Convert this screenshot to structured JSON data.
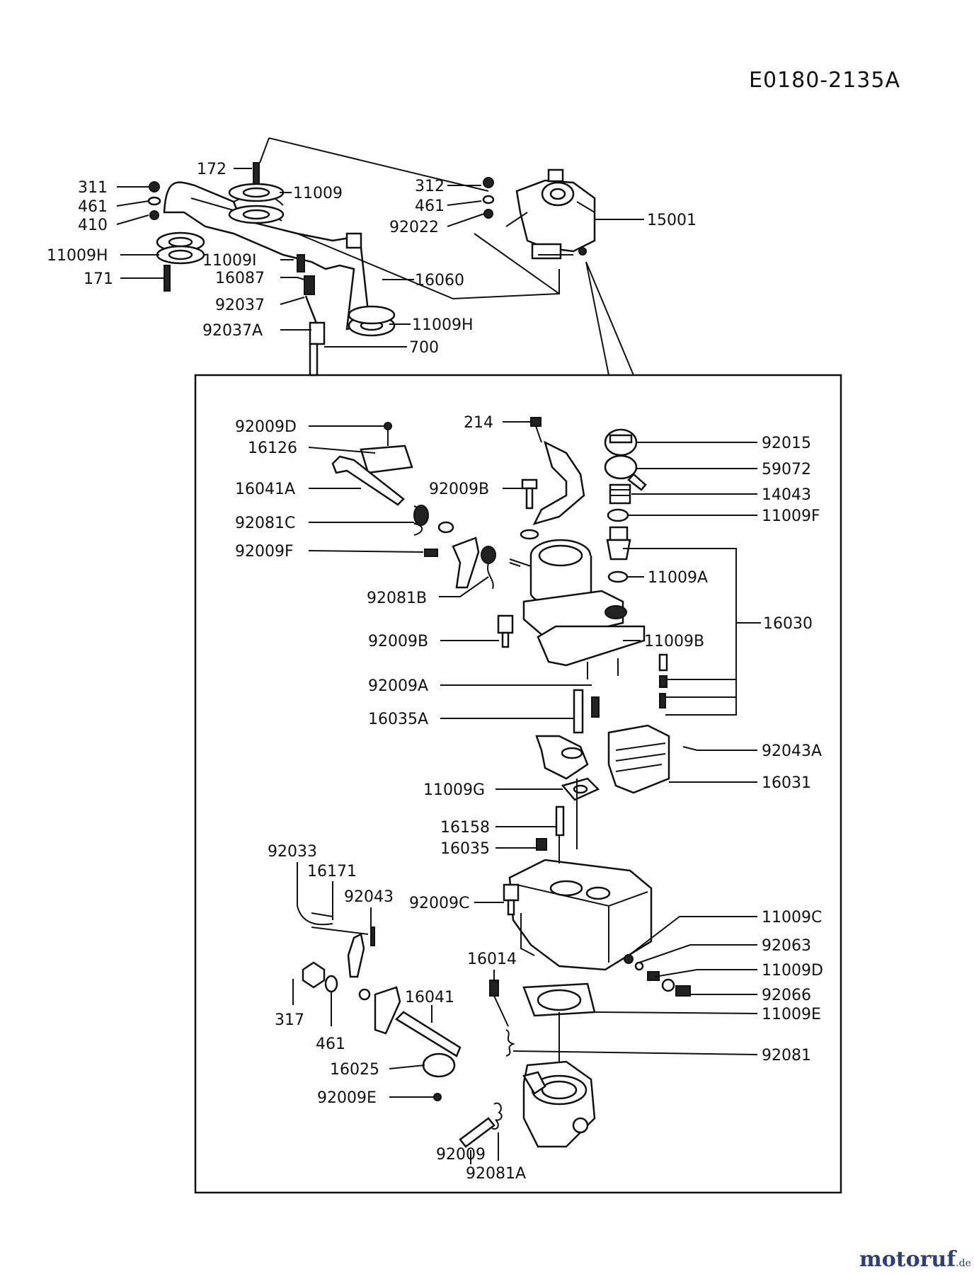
{
  "document_code": "E0180-2135A",
  "watermark": {
    "brand": "motoruf",
    "suffix": ".de"
  },
  "labels": [
    {
      "id": "311",
      "text": "311"
    },
    {
      "id": "461a",
      "text": "461"
    },
    {
      "id": "410",
      "text": "410"
    },
    {
      "id": "11009Ha",
      "text": "11009H"
    },
    {
      "id": "171",
      "text": "171"
    },
    {
      "id": "172",
      "text": "172"
    },
    {
      "id": "11009",
      "text": "11009"
    },
    {
      "id": "11009I",
      "text": "11009I"
    },
    {
      "id": "16087",
      "text": "16087"
    },
    {
      "id": "92037",
      "text": "92037"
    },
    {
      "id": "92037A",
      "text": "92037A"
    },
    {
      "id": "16060",
      "text": "16060"
    },
    {
      "id": "11009Hb",
      "text": "11009H"
    },
    {
      "id": "700",
      "text": "700"
    },
    {
      "id": "312",
      "text": "312"
    },
    {
      "id": "461b",
      "text": "461"
    },
    {
      "id": "92022",
      "text": "92022"
    },
    {
      "id": "15001",
      "text": "15001"
    },
    {
      "id": "92009D",
      "text": "92009D"
    },
    {
      "id": "16126",
      "text": "16126"
    },
    {
      "id": "16041A",
      "text": "16041A"
    },
    {
      "id": "92081C",
      "text": "92081C"
    },
    {
      "id": "92009F",
      "text": "92009F"
    },
    {
      "id": "92081B",
      "text": "92081B"
    },
    {
      "id": "214",
      "text": "214"
    },
    {
      "id": "92009Ba",
      "text": "92009B"
    },
    {
      "id": "92015",
      "text": "92015"
    },
    {
      "id": "59072",
      "text": "59072"
    },
    {
      "id": "14043",
      "text": "14043"
    },
    {
      "id": "11009F",
      "text": "11009F"
    },
    {
      "id": "11009A",
      "text": "11009A"
    },
    {
      "id": "16030",
      "text": "16030"
    },
    {
      "id": "92009Bb",
      "text": "92009B"
    },
    {
      "id": "11009B",
      "text": "11009B"
    },
    {
      "id": "92009A",
      "text": "92009A"
    },
    {
      "id": "16035A",
      "text": "16035A"
    },
    {
      "id": "92043A",
      "text": "92043A"
    },
    {
      "id": "16031",
      "text": "16031"
    },
    {
      "id": "11009G",
      "text": "11009G"
    },
    {
      "id": "16158",
      "text": "16158"
    },
    {
      "id": "16035",
      "text": "16035"
    },
    {
      "id": "92033",
      "text": "92033"
    },
    {
      "id": "16171",
      "text": "16171"
    },
    {
      "id": "92043",
      "text": "92043"
    },
    {
      "id": "92009C",
      "text": "92009C"
    },
    {
      "id": "11009C",
      "text": "11009C"
    },
    {
      "id": "16014",
      "text": "16014"
    },
    {
      "id": "92063",
      "text": "92063"
    },
    {
      "id": "11009D",
      "text": "11009D"
    },
    {
      "id": "92066",
      "text": "92066"
    },
    {
      "id": "16041",
      "text": "16041"
    },
    {
      "id": "317",
      "text": "317"
    },
    {
      "id": "461c",
      "text": "461"
    },
    {
      "id": "11009E",
      "text": "11009E"
    },
    {
      "id": "16025",
      "text": "16025"
    },
    {
      "id": "92081",
      "text": "92081"
    },
    {
      "id": "92009E",
      "text": "92009E"
    },
    {
      "id": "92009",
      "text": "92009"
    },
    {
      "id": "92081A",
      "text": "92081A"
    }
  ]
}
